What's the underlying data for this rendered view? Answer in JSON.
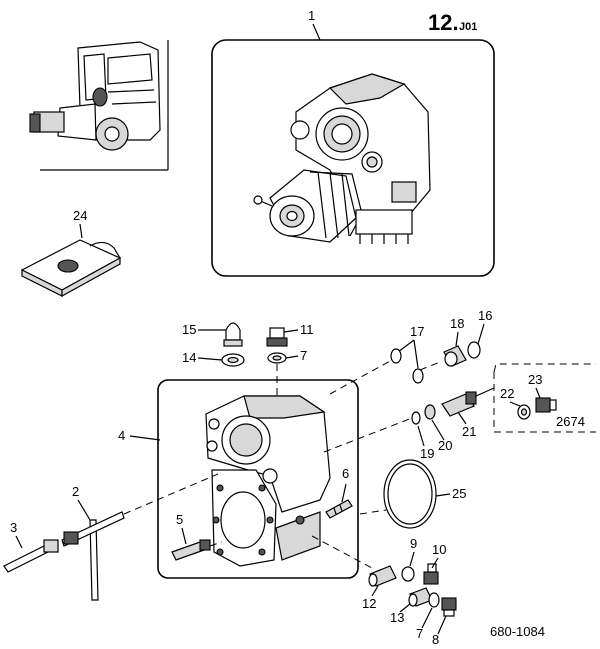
{
  "header": {
    "section_number": "12.",
    "section_suffix": "J01"
  },
  "figure_code": "680-1084",
  "detail_reference": "2674",
  "callouts": {
    "c1": "1",
    "c2": "2",
    "c3": "3",
    "c4": "4",
    "c5": "5",
    "c6": "6",
    "c7a": "7",
    "c7b": "7",
    "c8": "8",
    "c9": "9",
    "c10": "10",
    "c11": "11",
    "c12": "12",
    "c13": "13",
    "c14": "14",
    "c15": "15",
    "c16": "16",
    "c17": "17",
    "c18": "18",
    "c19": "19",
    "c20": "20",
    "c21": "21",
    "c22": "22",
    "c23": "23",
    "c24": "24",
    "c25": "25"
  },
  "icons": {
    "truck": "truck-location-icon",
    "assembly": "transfer-case-assembly-icon",
    "housing": "transfer-case-housing-icon",
    "nameplate": "nameplate-icon"
  }
}
